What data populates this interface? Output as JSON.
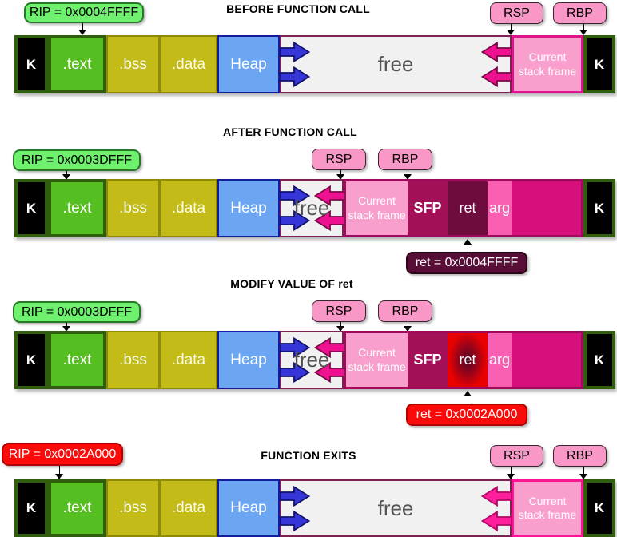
{
  "rows": [
    {
      "title": "BEFORE FUNCTION CALL",
      "rip_label": "RIP = 0x0004FFFF",
      "rsp_label": "RSP",
      "rbp_label": "RBP",
      "segments": {
        "kernel_left": "K",
        "text": ".text",
        "bss": ".bss",
        "data": ".data",
        "heap": "Heap",
        "free": "free",
        "stack_frame": "Current stack frame",
        "kernel_right": "K"
      }
    },
    {
      "title": "AFTER FUNCTION CALL",
      "rip_label": "RIP = 0x0003DFFF",
      "rsp_label": "RSP",
      "rbp_label": "RBP",
      "ret_value_label": "ret = 0x0004FFFF",
      "segments": {
        "kernel_left": "K",
        "text": ".text",
        "bss": ".bss",
        "data": ".data",
        "heap": "Heap",
        "free": "free",
        "stack_frame": "Current stack frame",
        "sfp": "SFP",
        "ret": "ret",
        "arg": "arg",
        "kernel_right": "K"
      }
    },
    {
      "title": "MODIFY VALUE OF ret",
      "rip_label": "RIP = 0x0003DFFF",
      "rsp_label": "RSP",
      "rbp_label": "RBP",
      "ret_value_label": "ret = 0x0002A000",
      "segments": {
        "kernel_left": "K",
        "text": ".text",
        "bss": ".bss",
        "data": ".data",
        "heap": "Heap",
        "free": "free",
        "stack_frame": "Current stack frame",
        "sfp": "SFP",
        "ret": "ret",
        "arg": "arg",
        "kernel_right": "K"
      }
    },
    {
      "title": "FUNCTION EXITS",
      "rip_label": "RIP = 0x0002A000",
      "rsp_label": "RSP",
      "rbp_label": "RBP",
      "segments": {
        "kernel_left": "K",
        "text": ".text",
        "bss": ".bss",
        "data": ".data",
        "heap": "Heap",
        "free": "free",
        "stack_frame": "Current stack frame",
        "kernel_right": "K"
      }
    }
  ],
  "palette": {
    "kernel": "#000000",
    "text_segment": "#55BE21",
    "bss_data_segment": "#C2BB18",
    "heap_segment": "#6CA6F2",
    "free_segment": "#F1F1F1",
    "stack_frame": "#F99FCD",
    "stack_region": "#D60F7C",
    "sfp_cell": "#A31058",
    "ret_cell": "#6E0C3E",
    "arg_cell": "#F85FB0",
    "rip_normal_pill": "#6FF06F",
    "rip_hijacked_pill": "#FB0A0A",
    "register_pill": "#F998C6",
    "ret_value_old_pill": "#570D36",
    "ret_value_new_pill": "#FB0A0A",
    "heap_growth_arrow": "#3636D8",
    "stack_growth_arrow": "#EE1290"
  }
}
